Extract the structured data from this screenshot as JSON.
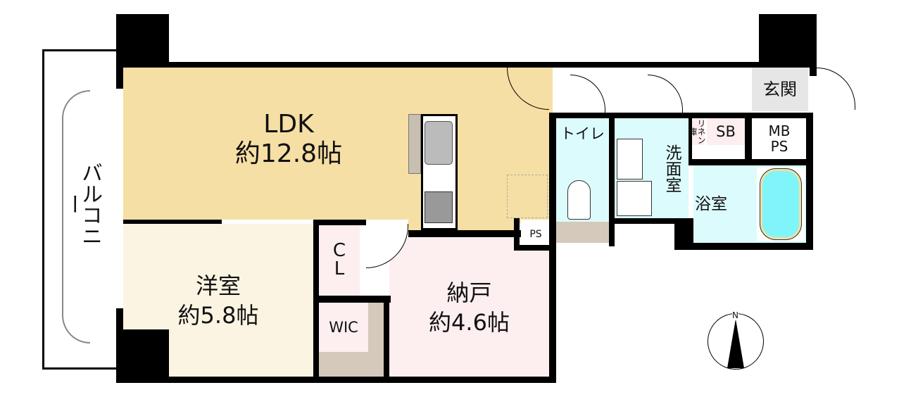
{
  "rooms": {
    "ldk": {
      "name": "LDK",
      "size": "約12.8帖"
    },
    "western": {
      "name": "洋室",
      "size": "約5.8帖"
    },
    "storage": {
      "name": "納戸",
      "size": "約4.6帖"
    },
    "closet": "C\nL",
    "wic": "WIC",
    "ps_small": "PS",
    "toilet": "トイレ",
    "washroom": "洗面室",
    "linen": "リネン庫",
    "sb": "SB",
    "mbps": "MB\nPS",
    "bath": "浴室",
    "entrance": "玄関",
    "balcony": "バルコニー"
  },
  "compass": {
    "north": "N"
  },
  "colors": {
    "ldk": "#f6dfa4",
    "western": "#fbf4e2",
    "storage": "#fdeef0",
    "wet": "#dcfbfc",
    "gray": "#d4c9bb",
    "tile": "#e6e6e6"
  }
}
